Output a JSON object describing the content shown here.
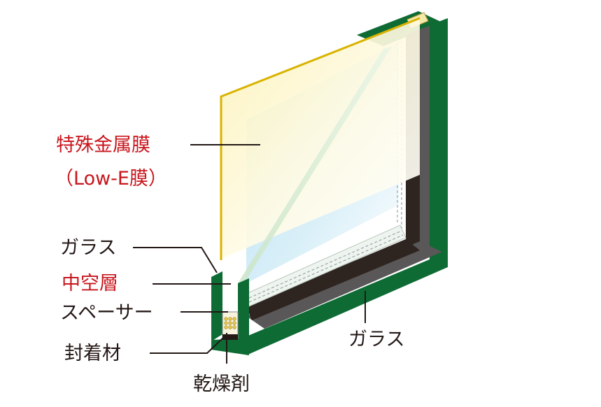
{
  "labels": {
    "low_e_title": "特殊金属膜",
    "low_e_sub": "（Low-E膜）",
    "glass_outer": "ガラス",
    "hollow_layer": "中空層",
    "spacer": "スペーサー",
    "sealant": "封着材",
    "desiccant": "乾燥剤",
    "glass_inner": "ガラス"
  },
  "colors": {
    "accent_red": "#c8161d",
    "text": "#231815",
    "frame_green": "#0e6b34",
    "spacer_dark": "#3a2c25",
    "lowe_gold": "#d9b300"
  }
}
